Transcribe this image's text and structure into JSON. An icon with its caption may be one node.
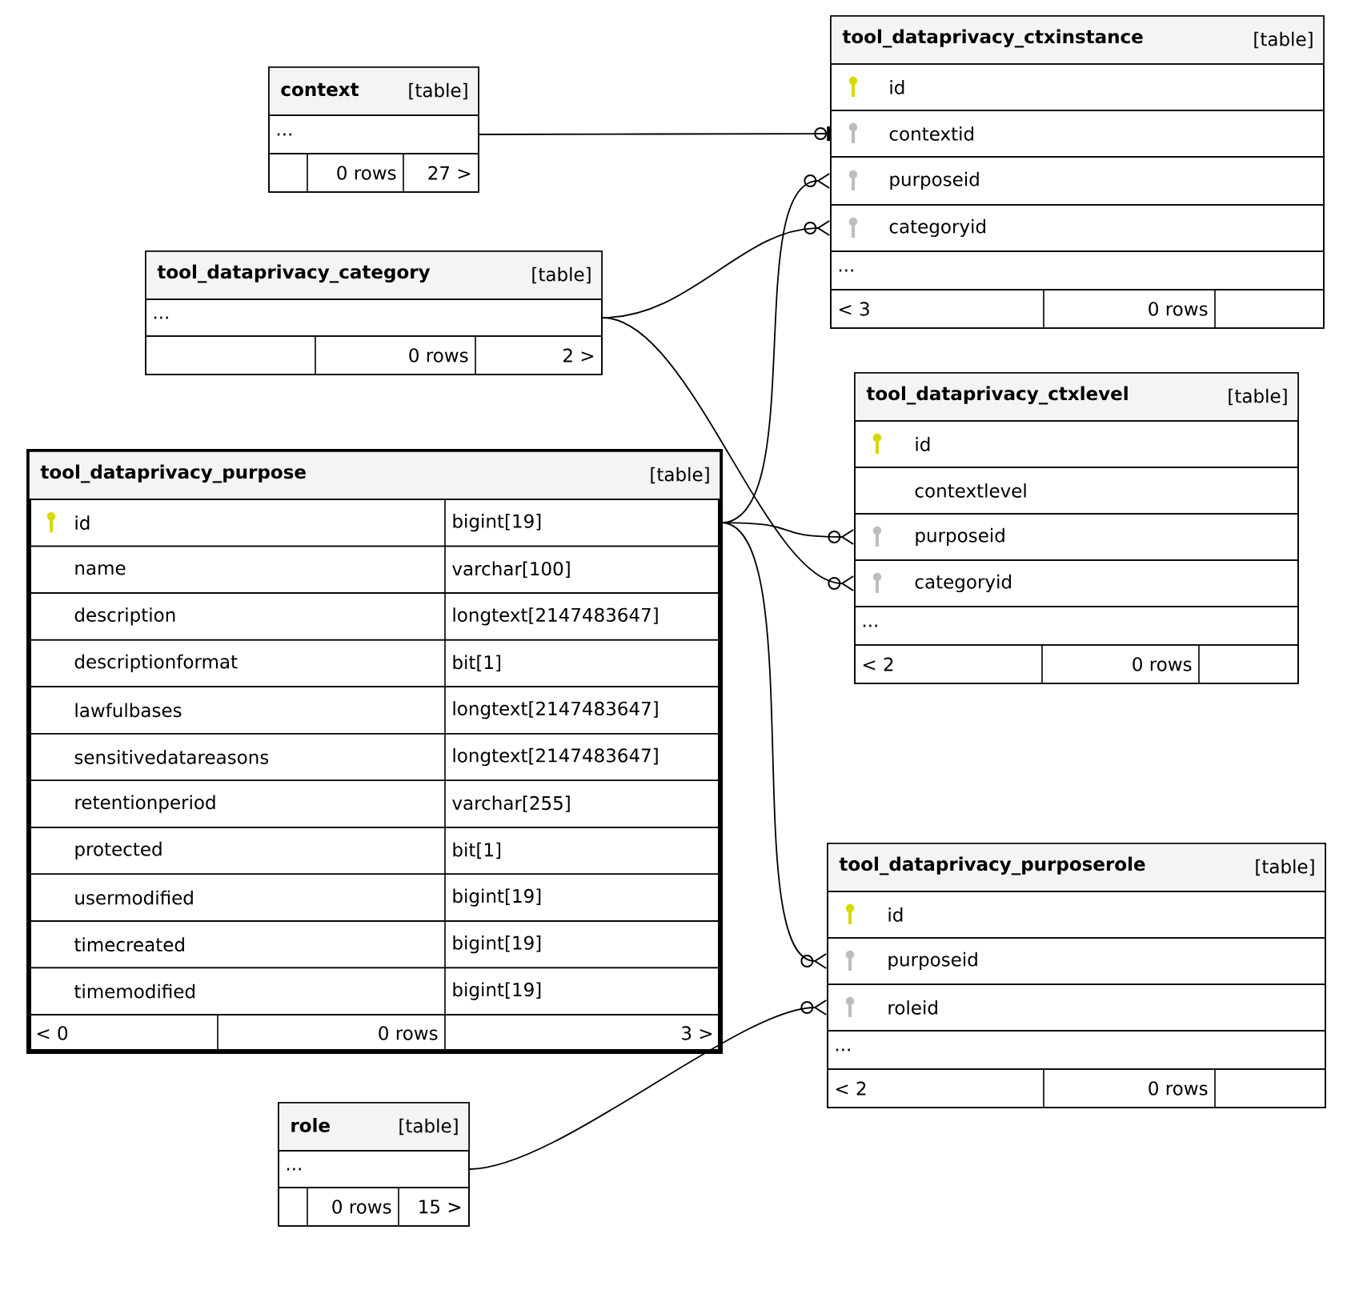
{
  "diagram": {
    "nodes": [
      {
        "text": [
          "context",
          "[table]"
        ]
      },
      {
        "text": [
          "..."
        ],
        "in": 0
      },
      {
        "text": [
          "0 rows",
          "27 >"
        ],
        "in": 0
      },
      {
        "text": [
          "tool_dataprivacy_ctxinstance",
          "[table]"
        ]
      },
      {
        "text": [
          "id"
        ],
        "in": 3
      },
      {
        "text": [
          "contextid"
        ],
        "in": 3
      },
      {
        "text": [
          "purposeid"
        ],
        "in": 3
      },
      {
        "text": [
          "categoryid"
        ],
        "in": 3
      },
      {
        "text": [
          "..."
        ],
        "in": 3
      },
      {
        "text": [
          "< 3",
          "0 rows"
        ],
        "in": 3
      },
      {
        "text": [
          "tool_dataprivacy_category",
          "[table]"
        ]
      },
      {
        "text": [
          "..."
        ],
        "in": 10
      },
      {
        "text": [
          "0 rows",
          "2 >"
        ],
        "in": 10
      },
      {
        "text": [
          "tool_dataprivacy_ctxlevel",
          "[table]"
        ]
      },
      {
        "text": [
          "id"
        ],
        "in": 13
      },
      {
        "text": [
          "contextlevel"
        ],
        "in": 13
      },
      {
        "text": [
          "purposeid"
        ],
        "in": 13
      },
      {
        "text": [
          "categoryid"
        ],
        "in": 13
      },
      {
        "text": [
          "..."
        ],
        "in": 13
      },
      {
        "text": [
          "< 2",
          "0 rows"
        ],
        "in": 13
      },
      {
        "text": [
          "tool_dataprivacy_purpose",
          "[table]"
        ]
      },
      {
        "text": [
          "id",
          "bigint[19]"
        ],
        "in": 20
      },
      {
        "text": [
          "name",
          "varchar[100]"
        ],
        "in": 20
      },
      {
        "text": [
          "description",
          "longtext[2147483647]"
        ],
        "in": 20
      },
      {
        "text": [
          "descriptionformat",
          "bit[1]"
        ],
        "in": 20
      },
      {
        "text": [
          "lawfulbases",
          "longtext[2147483647]"
        ],
        "in": 20
      },
      {
        "text": [
          "sensitivedatareasons",
          "longtext[2147483647]"
        ],
        "in": 20
      },
      {
        "text": [
          "retentionperiod",
          "varchar[255]"
        ],
        "in": 20
      },
      {
        "text": [
          "protected",
          "bit[1]"
        ],
        "in": 20
      },
      {
        "text": [
          "usermodified",
          "bigint[19]"
        ],
        "in": 20
      },
      {
        "text": [
          "timecreated",
          "bigint[19]"
        ],
        "in": 20
      },
      {
        "text": [
          "timemodified",
          "bigint[19]"
        ],
        "in": 20
      },
      {
        "text": [
          "< 0",
          "0 rows",
          "3 >"
        ],
        "in": 20
      },
      {
        "text": [
          "tool_dataprivacy_purposerole",
          "[table]"
        ]
      },
      {
        "text": [
          "id"
        ],
        "in": 33
      },
      {
        "text": [
          "purposeid"
        ],
        "in": 33
      },
      {
        "text": [
          "roleid"
        ],
        "in": 33
      },
      {
        "text": [
          "..."
        ],
        "in": 33
      },
      {
        "text": [
          "< 2",
          "0 rows"
        ],
        "in": 33
      },
      {
        "text": [
          "role",
          "[table]"
        ]
      },
      {
        "text": [
          "..."
        ],
        "in": 39
      },
      {
        "text": [
          "0 rows",
          "15 >"
        ],
        "in": 39
      }
    ],
    "edges": [
      {
        "from": 1,
        "to": 5,
        "arrow": "other"
      },
      {
        "from": 21,
        "to": 6,
        "arrow": "other"
      },
      {
        "from": 11,
        "to": 7,
        "arrow": "other"
      },
      {
        "from": 21,
        "to": 16,
        "arrow": "other"
      },
      {
        "from": 11,
        "to": 17,
        "arrow": "other"
      },
      {
        "from": 21,
        "to": 35,
        "arrow": "other"
      },
      {
        "from": 40,
        "to": 36,
        "arrow": "other"
      }
    ]
  }
}
